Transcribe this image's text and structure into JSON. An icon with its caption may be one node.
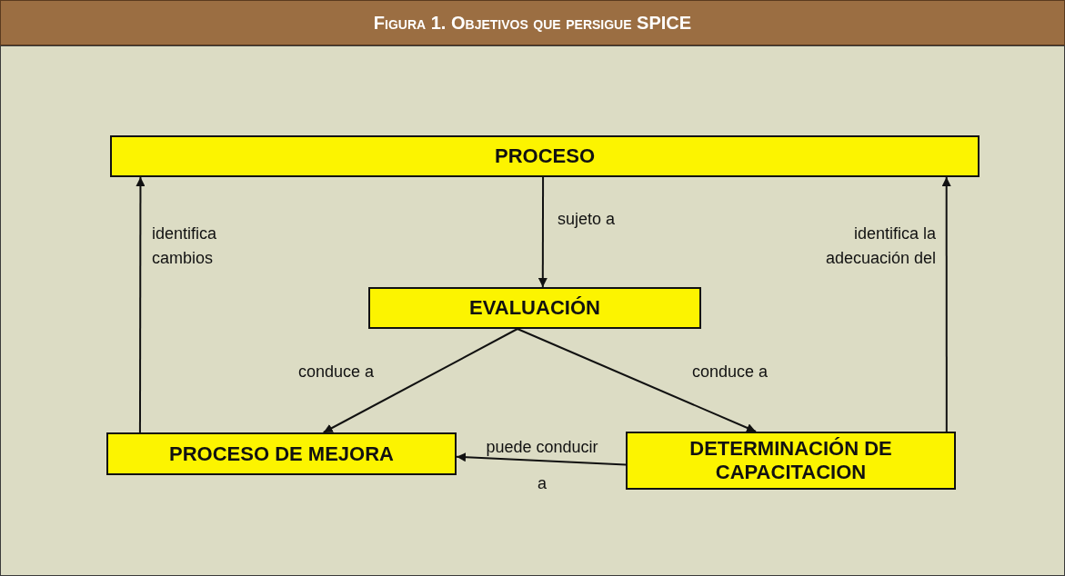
{
  "diagram": {
    "title": "Figura 1. Objetivos que persigue SPICE",
    "nodes": [
      {
        "text": [
          "PROCESO"
        ]
      },
      {
        "text": [
          "EVALUACIÓN"
        ]
      },
      {
        "text": [
          "PROCESO DE MEJORA"
        ]
      },
      {
        "text": [
          "DETERMINACIÓN DE CAPACITACION"
        ]
      }
    ],
    "edges": [
      {
        "from": 0,
        "to": 1,
        "arrow": "to",
        "label": "sujeto a"
      },
      {
        "from": 1,
        "to": 2,
        "arrow": "to",
        "label": "conduce a"
      },
      {
        "from": 1,
        "to": 3,
        "arrow": "to",
        "label": "conduce a"
      },
      {
        "from": 3,
        "to": 2,
        "arrow": "to",
        "label": "puede conducir a"
      },
      {
        "from": 2,
        "to": 0,
        "arrow": "to",
        "label": "identifica cambios"
      },
      {
        "from": 3,
        "to": 0,
        "arrow": "to",
        "label": "identifica la adecuación del"
      }
    ]
  }
}
